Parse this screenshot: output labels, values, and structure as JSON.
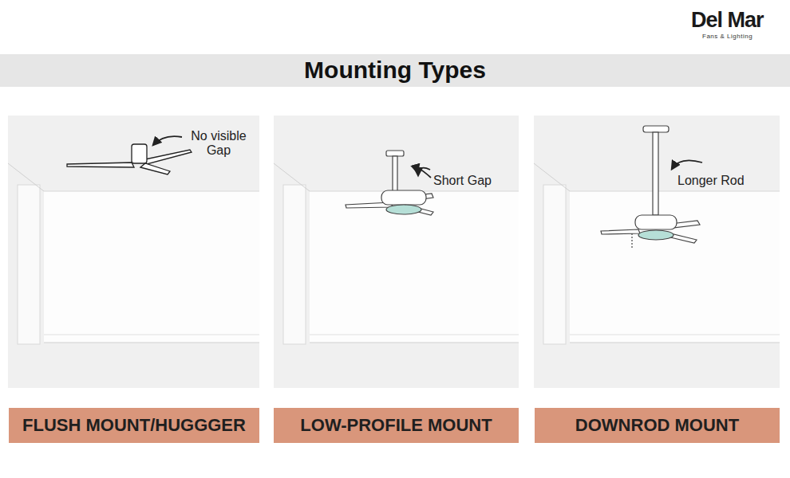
{
  "diagram": {
    "title": "Mounting Types",
    "nodes": [
      {
        "text": [
          "FLUSH MOUNT/HUGGGER"
        ]
      },
      {
        "text": [
          "LOW-PROFILE MOUNT"
        ]
      },
      {
        "text": [
          "DOWNROD MOUNT"
        ]
      }
    ],
    "labels": [
      "Del Mar",
      "Fans & Lighting",
      "No visible Gap",
      "Short Gap",
      "Longer Rod"
    ]
  }
}
